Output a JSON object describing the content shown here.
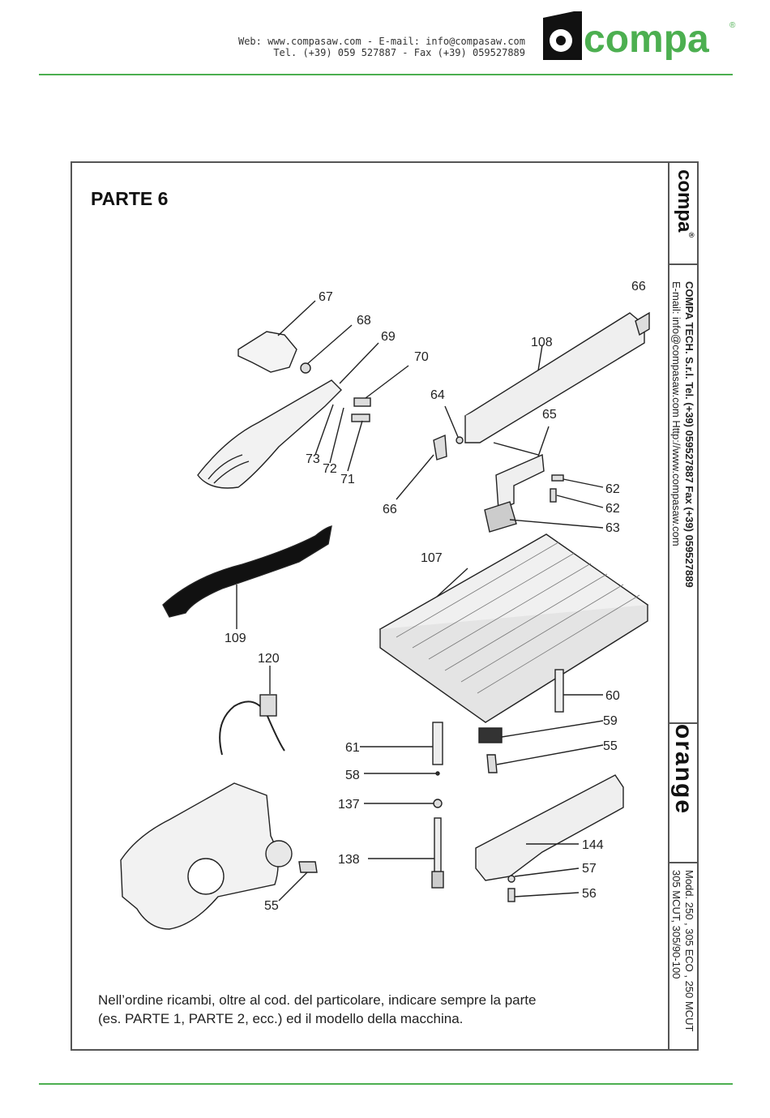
{
  "header": {
    "contact_line1": "Web: www.compasaw.com - E-mail: info@compasaw.com",
    "contact_line2": "Tel. (+39) 059 527887 - Fax (+39) 059527889",
    "logo_text": "compa",
    "logo_mark": "®"
  },
  "sheet": {
    "title": "PARTE 6",
    "note_line1": "Nell’ordine ricambi, oltre al cod. del particolare, indicare sempre la parte",
    "note_line2": "(es. PARTE 1, PARTE 2, ecc.) ed il modello della macchina.",
    "sidebar": {
      "logo_text": "compa",
      "logo_mark": "®",
      "company_line1": "COMPA TECH. S.r.l.   Tel. (+39) 059527887 Fax (+39) 059527889",
      "company_line2": "E-mail: info@compasaw.com Http://www.compasaw.com",
      "brand": "orange",
      "models_line1": "Modd. 250 , 305 ECO , 250 MCUT",
      "models_line2": "305 MCUT, 305/90-100"
    }
  },
  "part_labels": {
    "p67": "67",
    "p68": "68",
    "p69": "69",
    "p70": "70",
    "p73": "73",
    "p72": "72",
    "p71": "71",
    "p109": "109",
    "p120": "120",
    "p55a": "55",
    "p66a": "66",
    "p108": "108",
    "p64": "64",
    "p65": "65",
    "p66b": "66",
    "p62a": "62",
    "p62b": "62",
    "p63": "63",
    "p107": "107",
    "p60": "60",
    "p59": "59",
    "p55b": "55",
    "p61": "61",
    "p58": "58",
    "p137": "137",
    "p138": "138",
    "p144": "144",
    "p57": "57",
    "p56": "56"
  }
}
